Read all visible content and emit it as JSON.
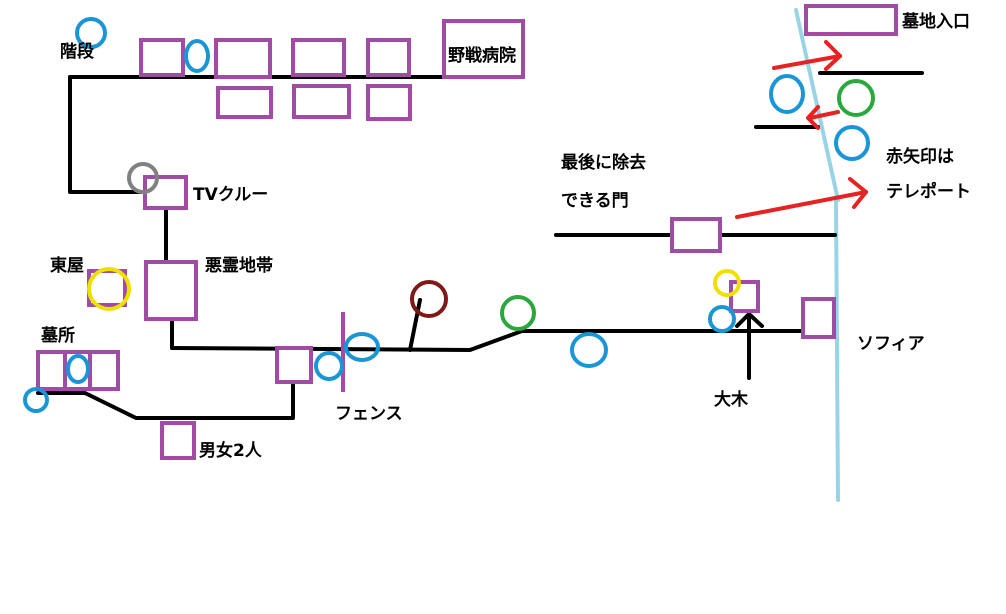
{
  "colors": {
    "background": "#ffffff",
    "path": "#000000",
    "room": "#a04ca4",
    "blue_marker": "#1a96d6",
    "green_marker": "#2aa83e",
    "yellow_marker": "#f0e000",
    "gray_marker": "#808080",
    "darkred_marker": "#801818",
    "teleport_arrow": "#e62222",
    "boundary": "#99d4e6"
  },
  "labels": {
    "stairs": "階段",
    "field_hospital": "野戦病院",
    "cemetery_entrance": "墓地入口",
    "tv_crew": "TVクルー",
    "evil_spirit_zone": "悪霊地帯",
    "gazebo": "東屋",
    "graveyard": "墓所",
    "couple": "男女2人",
    "fence": "フェンス",
    "last_gate_line1": "最後に除去",
    "last_gate_line2": "できる門",
    "red_arrow_note_line1": "赤矢印は",
    "red_arrow_note_line2": "テレポート",
    "big_tree": "大木",
    "sofia": "ソフィア"
  }
}
